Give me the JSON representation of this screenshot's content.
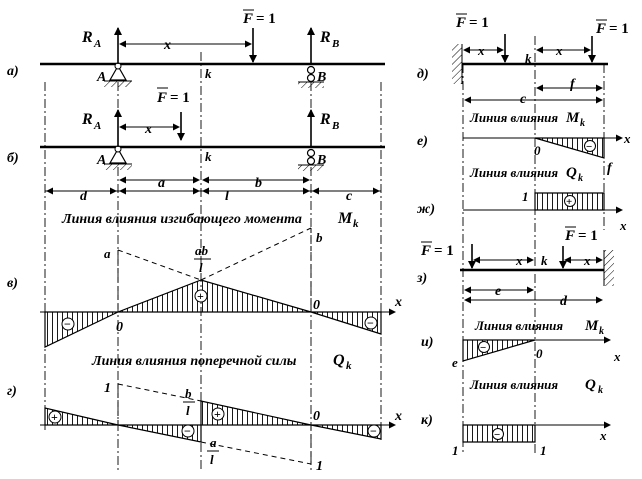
{
  "left": {
    "force_label": "F",
    "force_value": "= 1",
    "reaction_a": "R",
    "reaction_a_sub": "A",
    "reaction_b": "R",
    "reaction_b_sub": "B",
    "dist_x": "x",
    "point_a": "A",
    "point_b": "B",
    "point_k": "k",
    "panel_labels": [
      "а)",
      "б)",
      "в)",
      "г)"
    ],
    "dims": [
      "d",
      "a",
      "l",
      "b",
      "c"
    ],
    "moment_title": "Линия влияния изгибающего момента",
    "moment_title_var": "M",
    "moment_title_sub": "k",
    "moment_peak_num": "ab",
    "moment_peak_den": "l",
    "moment_end_a": "a",
    "moment_end_b": "b",
    "axis_x": "x",
    "zero": "0",
    "shear_title": "Линия влияния поперечной силы",
    "shear_title_var": "Q",
    "shear_title_sub": "k",
    "shear_one": "1",
    "shear_b_num": "b",
    "shear_b_den": "l",
    "shear_a_num": "a",
    "shear_a_den": "l",
    "plus": "+",
    "minus": "−"
  },
  "right": {
    "panel_labels": [
      "д)",
      "е)",
      "ж)",
      "з)",
      "и)",
      "к)"
    ],
    "force_label": "F",
    "force_value": "= 1",
    "x": "x",
    "k": "k",
    "c": "c",
    "f": "f",
    "e": "e",
    "d": "d",
    "moment_title": "Линия влияния",
    "moment_var": "M",
    "moment_sub": "k",
    "shear_title": "Линия влияния",
    "shear_var": "Q",
    "shear_sub": "k",
    "zero": "0",
    "one": "1",
    "plus": "+",
    "minus": "−"
  }
}
